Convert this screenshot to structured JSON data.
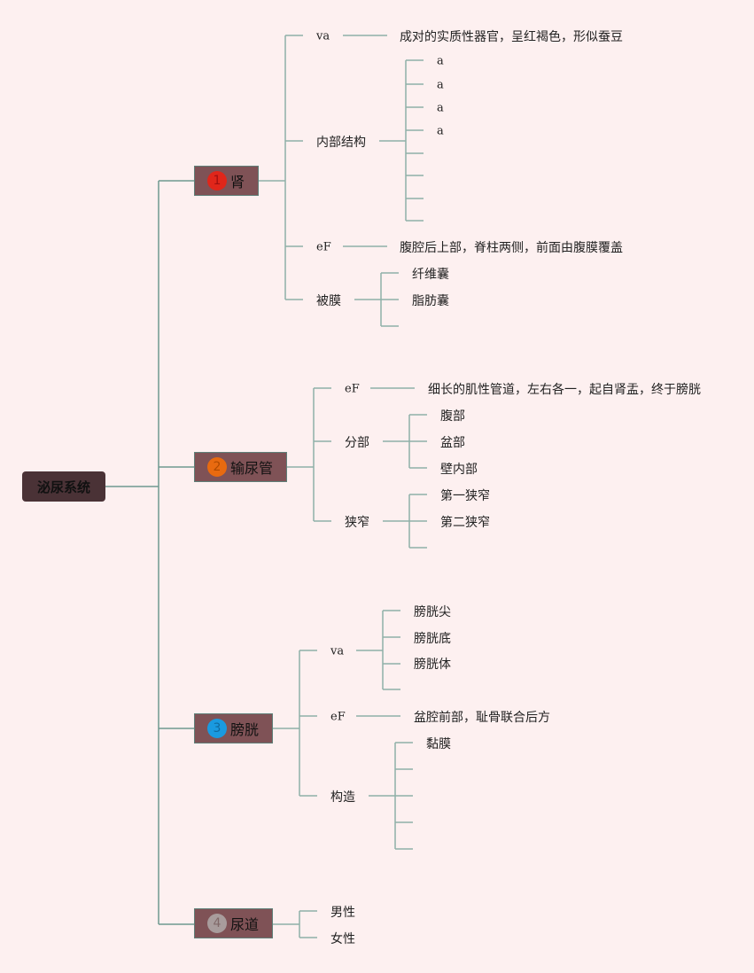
{
  "root": "泌尿系统",
  "colors": {
    "b1": "#e0261a",
    "b2": "#e86a10",
    "b3": "#1a9ae0",
    "b4": "#a89c9c"
  },
  "branches": [
    {
      "num": "1",
      "label": "肾",
      "children": [
        {
          "label": "va",
          "desc": "成对的实质性器官，呈红褐色，形似蚕豆"
        },
        {
          "label": "内部结构",
          "leaves": [
            "a",
            "a",
            "a",
            "a",
            "",
            "",
            "",
            ""
          ]
        },
        {
          "label": "eF",
          "desc": "腹腔后上部，脊柱两侧，前面由腹膜覆盖"
        },
        {
          "label": "被膜",
          "leaves": [
            "纤维囊",
            "脂肪囊",
            ""
          ]
        }
      ]
    },
    {
      "num": "2",
      "label": "输尿管",
      "children": [
        {
          "label": "eF",
          "desc": "细长的肌性管道，左右各一，起自肾盂，终于膀胱"
        },
        {
          "label": "分部",
          "leaves": [
            "腹部",
            "盆部",
            "壁内部"
          ]
        },
        {
          "label": "狭窄",
          "leaves": [
            "第一狭窄",
            "第二狭窄",
            ""
          ]
        }
      ]
    },
    {
      "num": "3",
      "label": "膀胱",
      "children": [
        {
          "label": "va",
          "leaves": [
            "膀胱尖",
            "膀胱底",
            "膀胱体",
            ""
          ]
        },
        {
          "label": "eF",
          "desc": "盆腔前部，耻骨联合后方"
        },
        {
          "label": "构造",
          "leaves": [
            "黏膜",
            "",
            "",
            "",
            ""
          ]
        }
      ]
    },
    {
      "num": "4",
      "label": "尿道",
      "leaves": [
        "男性",
        "女性"
      ]
    }
  ]
}
